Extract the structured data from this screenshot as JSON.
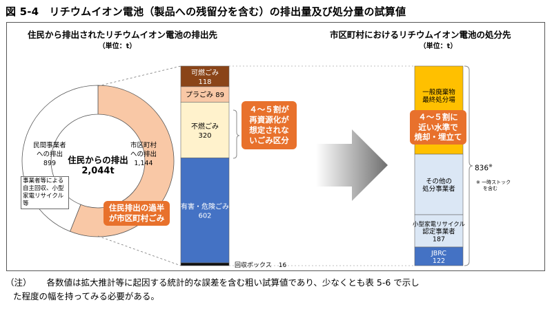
{
  "figure": {
    "title": "図 5-4　リチウムイオン電池（製品への残留分を含む）の排出量及び処分量の試算値"
  },
  "colors": {
    "orange": "#e8712c",
    "light_orange": "#f9c8a6",
    "dark_brown": "#8a4418",
    "cream": "#fff2cc",
    "blue": "#4472c4",
    "gold": "#ffc000",
    "pale_blue": "#dbe7f5"
  },
  "chart_data": [
    {
      "type": "pie",
      "title": "住民から排出されたリチウムイオン電池の排出先",
      "unit_label": "（単位：t）",
      "center_label": "住民からの排出",
      "center_value": "2,044t",
      "slices": [
        {
          "label_lines": [
            "市区町村",
            "への排出"
          ],
          "value": 1144,
          "value_text": "1,144"
        },
        {
          "label_lines": [
            "民間事業者",
            "への排出"
          ],
          "value": 899,
          "value_text": "899",
          "detail_lines": [
            "事業者等による",
            "自主回収、小型",
            "家電リサイクル等"
          ]
        }
      ],
      "callout_lines": [
        "住民排出の過半",
        "が市区町村ごみ"
      ]
    },
    {
      "type": "bar",
      "title": "",
      "categories": [
        "可燃ごみ",
        "プラごみ",
        "不燃ごみ",
        "有害・危険ごみ",
        "回収ボックス"
      ],
      "values": [
        118,
        89,
        320,
        602,
        16
      ],
      "stacked": true,
      "callout_lines": [
        "４～５割が",
        "再資源化が",
        "想定されな",
        "いごみ区分"
      ]
    },
    {
      "type": "bar",
      "title": "市区町村におけるリチウムイオン電池の処分先",
      "unit_label": "（単位：t）",
      "stacked": true,
      "segments": [
        {
          "label_lines": [
            "一般廃棄物",
            "最終処分場"
          ],
          "value": null,
          "value_text": ""
        },
        {
          "label_lines": [
            "その他の",
            "処分事業者"
          ],
          "value": null,
          "value_text": ""
        },
        {
          "label_lines": [
            "小型家電リサイクル",
            "認定事業者"
          ],
          "value": 187,
          "value_text": "187"
        },
        {
          "label_lines": [
            "JBRC"
          ],
          "value": 122,
          "value_text": "122"
        }
      ],
      "bracket_total": "836",
      "bracket_mark": "※",
      "bracket_note_lines": [
        "※ 一時ストック",
        "を含む"
      ],
      "callout_lines": [
        "４～５割に",
        "近い水準で",
        "焼却・埋立て"
      ]
    }
  ],
  "note": {
    "marker": "（注）",
    "text1": "各数値は拡大推計等に起因する統計的な誤差を含む粗い試算値であり、少なくとも表 5-6 で示し",
    "text2": "た程度の幅を持ってみる必要がある。"
  }
}
